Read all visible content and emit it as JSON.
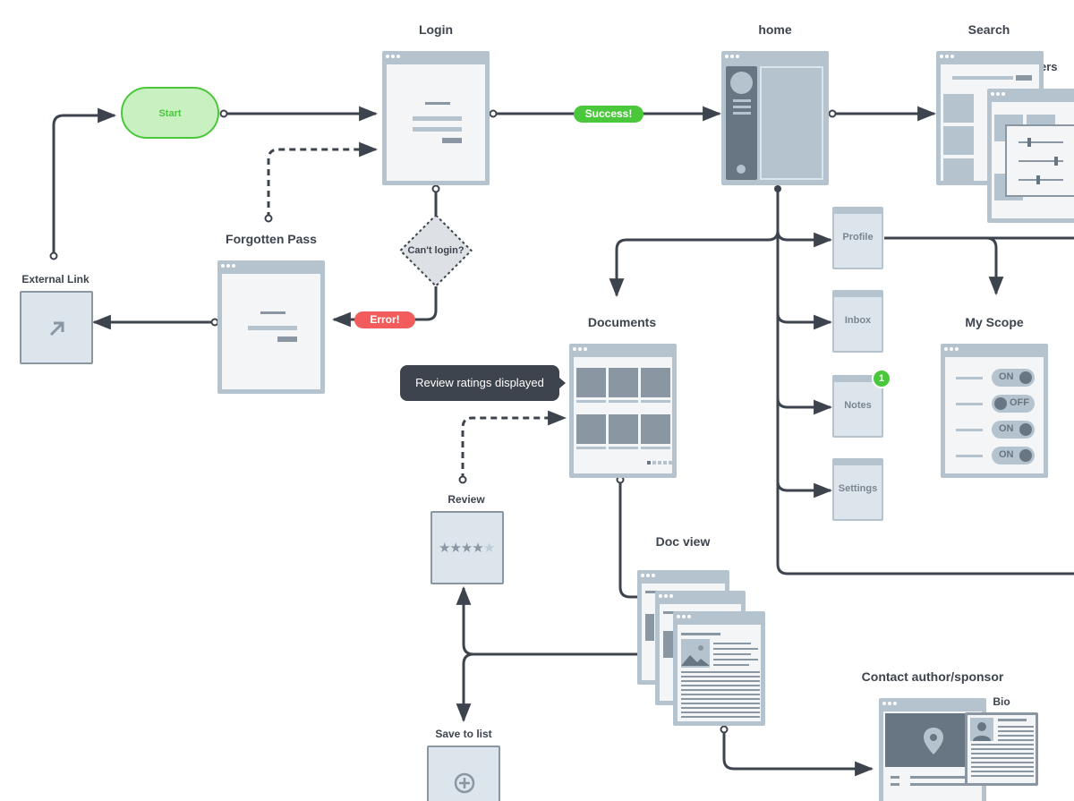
{
  "labels": {
    "login": "Login",
    "home": "home",
    "search": "Search",
    "filters": "Filters",
    "forgotten_pass": "Forgotten Pass",
    "external_link": "External Link",
    "documents": "Documents",
    "my_scope": "My Scope",
    "review": "Review",
    "doc_view": "Doc view",
    "save_to_list": "Save to list",
    "contact": "Contact author/sponsor",
    "bio": "Bio"
  },
  "nodes": {
    "start": "Start",
    "success": "Success!",
    "error": "Error!",
    "cant_login": "Can't login?",
    "tooltip": "Review ratings displayed"
  },
  "menu": {
    "profile": "Profile",
    "inbox": "Inbox",
    "notes": "Notes",
    "notes_badge": "1",
    "settings": "Settings"
  },
  "toggles": [
    "ON",
    "OFF",
    "ON",
    "ON"
  ],
  "review_stars": {
    "filled": 4,
    "total": 5
  },
  "colors": {
    "line": "#3d444d",
    "frame": "#b4c3ce",
    "screen": "#f3f5f7",
    "box": "#dce4ec",
    "green": "#4bc73c",
    "start_fill": "#c8f0c0",
    "red": "#f25c5c",
    "tooltip": "#3d444d"
  },
  "icons": [
    "arrow-up-right-icon",
    "plus-circle-icon",
    "map-pin-icon",
    "star-icon",
    "close-icon",
    "image-icon",
    "user-icon"
  ]
}
